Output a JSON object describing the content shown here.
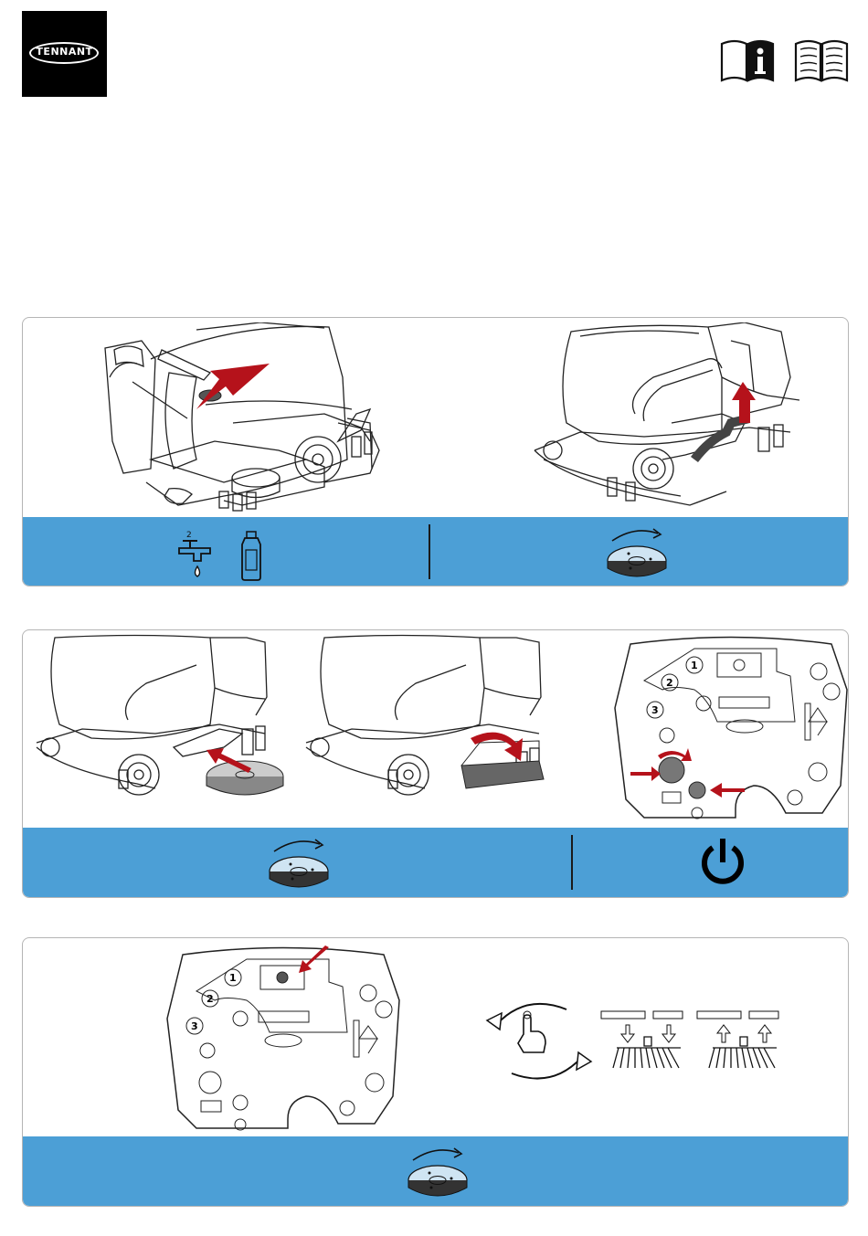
{
  "header": {
    "logo_text": "TENNANT",
    "info_icon": "manual-info-icon",
    "book_icon": "manual-book-icon"
  },
  "panels": [
    {
      "name": "step-1",
      "band_color": "#4c9fd6",
      "icons_left": [
        "water-tap-icon",
        "detergent-bottle-icon"
      ],
      "tap_label": "2",
      "icons_right": [
        "brush-rotate-icon"
      ]
    },
    {
      "name": "step-2",
      "band_color": "#4c9fd6",
      "icons_left": [
        "brush-rotate-icon"
      ],
      "icons_right": [
        "power-icon"
      ]
    },
    {
      "name": "step-3",
      "band_color": "#4c9fd6",
      "icons_center": [
        "brush-rotate-icon"
      ]
    }
  ],
  "control_panel": {
    "buttons": [
      "1",
      "2",
      "3"
    ]
  },
  "colors": {
    "accent_blue": "#4c9fd6",
    "arrow_red": "#b5121b",
    "line": "#1a1a1a"
  }
}
